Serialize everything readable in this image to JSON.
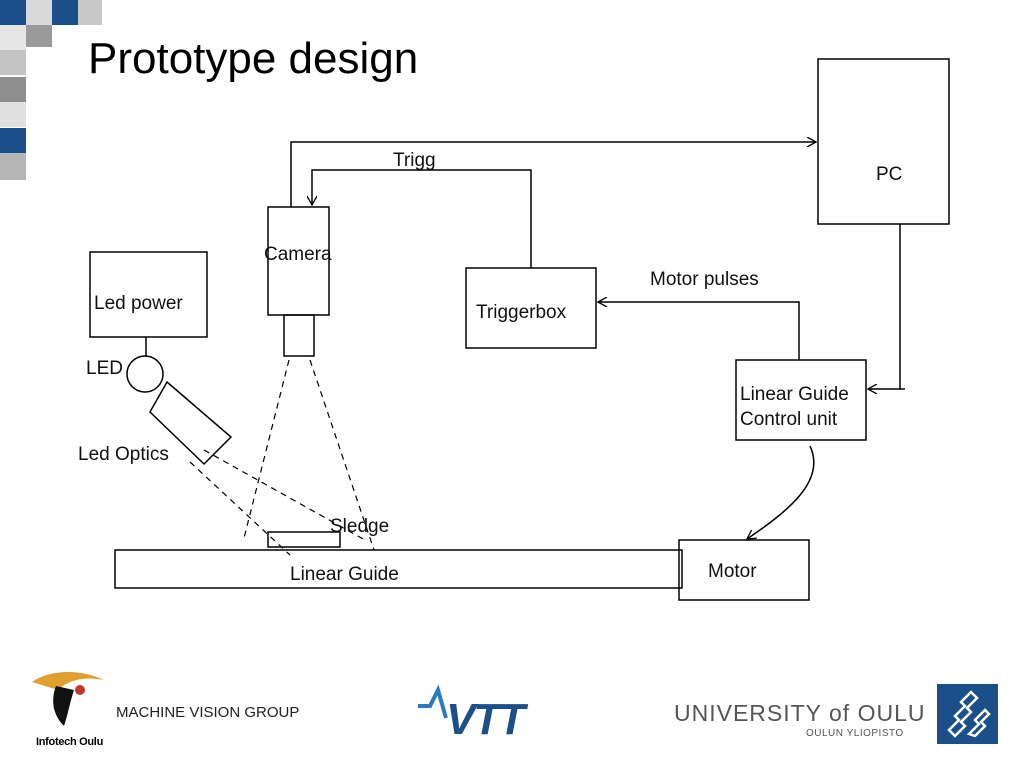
{
  "slide": {
    "title": "Prototype design"
  },
  "diagram": {
    "pc": "PC",
    "camera": "Camera",
    "trigg": "Trigg",
    "led_power": "Led power",
    "led": "LED",
    "led_optics": "Led Optics",
    "triggerbox": "Triggerbox",
    "motor_pulses": "Motor pulses",
    "control_line1": "Linear Guide",
    "control_line2": "Control unit",
    "sledge": "Sledge",
    "linear_guide": "Linear Guide",
    "motor": "Motor"
  },
  "footer": {
    "infotech_logo_text": "Infotech Oulu",
    "group": "MACHINE VISION GROUP",
    "vtt_logo_text": "VTT",
    "university": "UNIVERSITY of OULU",
    "university_sub": "OULUN YLIOPISTO"
  },
  "colors": {
    "accent_blue": "#1a4f8a",
    "grey": "#a9a9a9",
    "light_grey": "#d0d0d0",
    "logo_orange": "#e0a030"
  }
}
